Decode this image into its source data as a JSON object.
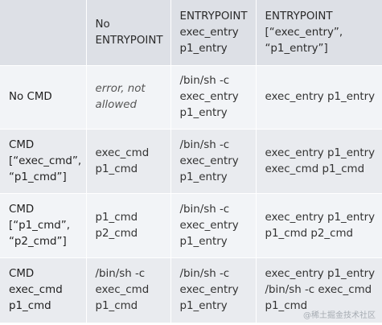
{
  "table": {
    "headers": [
      "",
      "No\nENTRYPOINT",
      "ENTRYPOINT\nexec_entry\np1_entry",
      "ENTRYPOINT\n[“exec_entry”,\n“p1_entry”]"
    ],
    "rows": [
      {
        "label": "No CMD",
        "cells": [
          "error, not\nallowed",
          "/bin/sh -c\nexec_entry\np1_entry",
          "exec_entry p1_entry"
        ]
      },
      {
        "label": "CMD\n[“exec_cmd”,\n“p1_cmd”]",
        "cells": [
          "exec_cmd\np1_cmd",
          "/bin/sh -c\nexec_entry\np1_entry",
          "exec_entry p1_entry\nexec_cmd p1_cmd"
        ]
      },
      {
        "label": "CMD\n[“p1_cmd”,\n“p2_cmd”]",
        "cells": [
          "p1_cmd\np2_cmd",
          "/bin/sh -c\nexec_entry\np1_entry",
          "exec_entry p1_entry\np1_cmd p2_cmd"
        ]
      },
      {
        "label": "CMD\nexec_cmd\np1_cmd",
        "cells": [
          "/bin/sh -c\nexec_cmd\np1_cmd",
          "/bin/sh -c\nexec_entry\np1_entry",
          "exec_entry p1_entry\n/bin/sh -c exec_cmd\np1_cmd"
        ]
      }
    ]
  },
  "watermark": "@稀土掘金技术社区",
  "colors": {
    "header_bg": "#dde0e6",
    "row_bg_odd": "#f2f4f7",
    "row_bg_even": "#e9ebef",
    "text": "#333333"
  }
}
